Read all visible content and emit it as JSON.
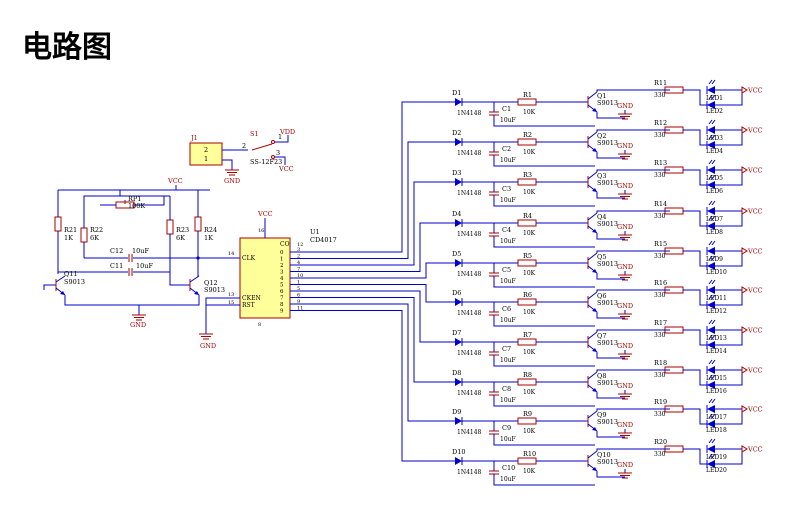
{
  "title": "电路图",
  "colors": {
    "wire": "#0000cc",
    "part": "#aa0000",
    "label": "#000000",
    "ic_fill": "#ffff99",
    "header_fill": "#ffff99"
  },
  "header": {
    "ref": "J1",
    "pins": [
      "2",
      "1"
    ],
    "gnd": "GND"
  },
  "switch": {
    "ref": "S1",
    "label": "SS-12F23",
    "pins": [
      "1",
      "2",
      "3"
    ],
    "vdd": "VDD",
    "vcc": "VCC"
  },
  "oscillator": {
    "vcc": "VCC",
    "rp1": {
      "ref": "RP1",
      "value": "100K"
    },
    "r21": {
      "ref": "R21",
      "value": "1K"
    },
    "r22": {
      "ref": "R22",
      "value": "6K"
    },
    "r23": {
      "ref": "R23",
      "value": "6K"
    },
    "r24": {
      "ref": "R24",
      "value": "1K"
    },
    "c11": {
      "ref": "C11",
      "value": "10uF"
    },
    "c12": {
      "ref": "C12",
      "value": "10uF"
    },
    "q11": {
      "ref": "Q11",
      "value": "S9013"
    },
    "q12": {
      "ref": "Q12",
      "value": "S9013"
    },
    "gnd": "GND"
  },
  "ic": {
    "ref": "U1",
    "part": "CD4017",
    "vcc": "VCC",
    "gnd": "GND",
    "left_pins": [
      {
        "num": "14",
        "name": "CLK"
      },
      {
        "num": "13",
        "name": "CKEN"
      },
      {
        "num": "15",
        "name": "RST"
      }
    ],
    "left_top": "16",
    "right_head": {
      "num": "12",
      "name": "CO"
    },
    "right_pins": [
      "3",
      "2",
      "4",
      "7",
      "10",
      "1",
      "5",
      "6",
      "9",
      "11"
    ],
    "right_names": [
      "0",
      "1",
      "2",
      "3",
      "4",
      "5",
      "6",
      "7",
      "8",
      "9"
    ],
    "bottom": "8"
  },
  "channels": [
    {
      "d": "D1",
      "dv": "1N4148",
      "c": "C1",
      "cv": "10uF",
      "r": "R1",
      "rv": "10K",
      "q": "Q1",
      "qv": "S9013",
      "rc": "R11",
      "rcv": "330",
      "la": "LED1",
      "lb": "LED2"
    },
    {
      "d": "D2",
      "dv": "1N4148",
      "c": "C2",
      "cv": "10uF",
      "r": "R2",
      "rv": "10K",
      "q": "Q2",
      "qv": "S9013",
      "rc": "R12",
      "rcv": "330",
      "la": "LED3",
      "lb": "LED4"
    },
    {
      "d": "D3",
      "dv": "1N4148",
      "c": "C3",
      "cv": "10uF",
      "r": "R3",
      "rv": "10K",
      "q": "Q3",
      "qv": "S9013",
      "rc": "R13",
      "rcv": "330",
      "la": "LED5",
      "lb": "LED6"
    },
    {
      "d": "D4",
      "dv": "1N4148",
      "c": "C4",
      "cv": "10uF",
      "r": "R4",
      "rv": "10K",
      "q": "Q4",
      "qv": "S9013",
      "rc": "R14",
      "rcv": "330",
      "la": "LED7",
      "lb": "LED8"
    },
    {
      "d": "D5",
      "dv": "1N4148",
      "c": "C5",
      "cv": "10uF",
      "r": "R5",
      "rv": "10K",
      "q": "Q5",
      "qv": "S9013",
      "rc": "R15",
      "rcv": "330",
      "la": "LED9",
      "lb": "LED10"
    },
    {
      "d": "D6",
      "dv": "1N4148",
      "c": "C6",
      "cv": "10uF",
      "r": "R6",
      "rv": "10K",
      "q": "Q6",
      "qv": "S9013",
      "rc": "R16",
      "rcv": "330",
      "la": "LED11",
      "lb": "LED12"
    },
    {
      "d": "D7",
      "dv": "1N4148",
      "c": "C7",
      "cv": "10uF",
      "r": "R7",
      "rv": "10K",
      "q": "Q7",
      "qv": "S9013",
      "rc": "R17",
      "rcv": "330",
      "la": "LED13",
      "lb": "LED14"
    },
    {
      "d": "D8",
      "dv": "1N4148",
      "c": "C8",
      "cv": "10uF",
      "r": "R8",
      "rv": "10K",
      "q": "Q8",
      "qv": "S9013",
      "rc": "R18",
      "rcv": "330",
      "la": "LED15",
      "lb": "LED16"
    },
    {
      "d": "D9",
      "dv": "1N4148",
      "c": "C9",
      "cv": "10uF",
      "r": "R9",
      "rv": "10K",
      "q": "Q9",
      "qv": "S9013",
      "rc": "R19",
      "rcv": "330",
      "la": "LED17",
      "lb": "LED18"
    },
    {
      "d": "D10",
      "dv": "1N4148",
      "c": "C10",
      "cv": "10uF",
      "r": "R10",
      "rv": "10K",
      "q": "Q10",
      "qv": "S9013",
      "rc": "R20",
      "rcv": "330",
      "la": "LED19",
      "lb": "LED20"
    }
  ],
  "vcc_label": "VCC",
  "gnd_label": "GND"
}
